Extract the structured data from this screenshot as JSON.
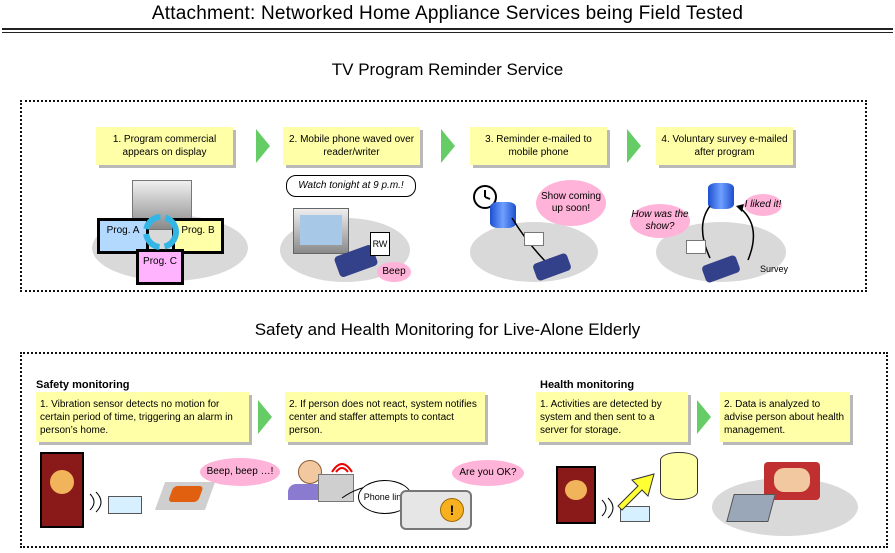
{
  "title": "Attachment: Networked Home Appliance Services being Field Tested",
  "tv_section": {
    "title": "TV Program Reminder Service",
    "steps": [
      "1. Program commercial appears on display",
      "2. Mobile phone waved over reader/writer",
      "3. Reminder e-mailed to mobile phone",
      "4. Voluntary survey e-mailed after program"
    ],
    "prog_labels": [
      "Prog. A",
      "Prog. B",
      "Prog. C"
    ],
    "speech_watch": "Watch tonight at 9 p.m.!",
    "rw_label": "RW",
    "beep": "Beep",
    "show_bubble": "Show coming up soon!",
    "how_bubble": "How was the show?",
    "liked_bubble": "I liked it!",
    "survey_label": "Survey"
  },
  "elder_section": {
    "title": "Safety and Health Monitoring for Live-Alone Elderly",
    "safety_heading": "Safety monitoring",
    "health_heading": "Health monitoring",
    "safety_steps": [
      "1. Vibration sensor detects no motion for certain period of time, triggering an alarm in person’s home.",
      "2. If person does not react, system notifies center and staffer attempts to contact person."
    ],
    "health_steps": [
      "1. Activities are detected by system and then sent to a server for storage.",
      "2. Data is analyzed to advise person about health management."
    ],
    "beep_bubble": "Beep, beep …!",
    "phone_line": "Phone line",
    "ok_bubble": "Are you OK?"
  },
  "colors": {
    "note_yellow": "#ffffa8",
    "arrow_green": "#66cc66",
    "bubble_pink": "#ffb3d9",
    "prog_a": "#b3d9ff",
    "prog_b": "#ffffa8",
    "prog_c": "#ffb3ff"
  }
}
